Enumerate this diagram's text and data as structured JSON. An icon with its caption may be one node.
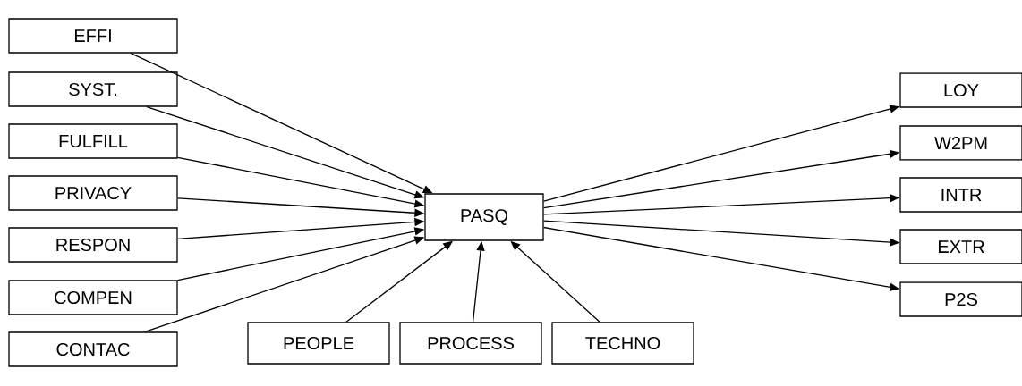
{
  "diagram": {
    "nodes": [
      {
        "text": [
          "EFFI"
        ]
      },
      {
        "text": [
          "SYST."
        ]
      },
      {
        "text": [
          "FULFILL"
        ]
      },
      {
        "text": [
          "PRIVACY"
        ]
      },
      {
        "text": [
          "RESPON"
        ]
      },
      {
        "text": [
          "COMPEN"
        ]
      },
      {
        "text": [
          "CONTAC"
        ]
      },
      {
        "text": [
          "PASQ"
        ]
      },
      {
        "text": [
          "LOY"
        ]
      },
      {
        "text": [
          "W2PM"
        ]
      },
      {
        "text": [
          "INTR"
        ]
      },
      {
        "text": [
          "EXTR"
        ]
      },
      {
        "text": [
          "P2S"
        ]
      },
      {
        "text": [
          "PEOPLE"
        ]
      },
      {
        "text": [
          "PROCESS"
        ]
      },
      {
        "text": [
          "TECHNO"
        ]
      }
    ],
    "edges": [
      {
        "from": 0,
        "to": 7,
        "arrow": "to"
      },
      {
        "from": 1,
        "to": 7,
        "arrow": "to"
      },
      {
        "from": 2,
        "to": 7,
        "arrow": "to"
      },
      {
        "from": 3,
        "to": 7,
        "arrow": "to"
      },
      {
        "from": 4,
        "to": 7,
        "arrow": "to"
      },
      {
        "from": 5,
        "to": 7,
        "arrow": "to"
      },
      {
        "from": 6,
        "to": 7,
        "arrow": "to"
      },
      {
        "from": 7,
        "to": 8,
        "arrow": "to"
      },
      {
        "from": 7,
        "to": 9,
        "arrow": "to"
      },
      {
        "from": 7,
        "to": 10,
        "arrow": "to"
      },
      {
        "from": 7,
        "to": 11,
        "arrow": "to"
      },
      {
        "from": 7,
        "to": 12,
        "arrow": "to"
      },
      {
        "from": 13,
        "to": 7,
        "arrow": "to"
      },
      {
        "from": 14,
        "to": 7,
        "arrow": "to"
      },
      {
        "from": 15,
        "to": 7,
        "arrow": "to"
      }
    ]
  }
}
